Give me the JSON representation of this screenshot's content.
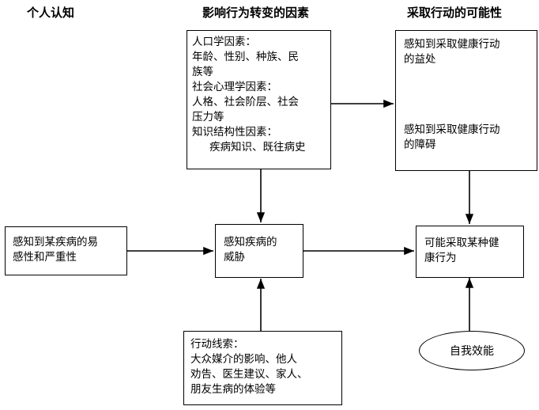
{
  "columns": {
    "individual": "个人认知",
    "modifying": "影响行为转变的因素",
    "likelihood": "采取行动的可能性"
  },
  "modifying_factors": {
    "lines": [
      "人口学因素：",
      "年龄、性别、种族、民",
      "族等",
      "社会心理学因素：",
      "人格、社会阶层、社会",
      "压力等",
      "知识结构性因素：",
      "疾病知识、既往病史"
    ]
  },
  "benefits_barriers": {
    "benefits_lines": [
      "感知到采取健康行动",
      "的益处"
    ],
    "barriers_lines": [
      "感知到采取健康行动",
      "的障碍"
    ]
  },
  "susceptibility": {
    "lines": [
      "感知到某疾病的易",
      "感性和严重性"
    ]
  },
  "threat": {
    "lines": [
      "感知疾病的",
      "威胁"
    ]
  },
  "action_likelihood": {
    "lines": [
      "可能采取某种健",
      "康行为"
    ]
  },
  "cues": {
    "lines": [
      "行动线索：",
      "大众媒介的影响、他人",
      "劝告、医生建议、家人、",
      "朋友生病的体验等"
    ]
  },
  "self_efficacy": "自我效能"
}
